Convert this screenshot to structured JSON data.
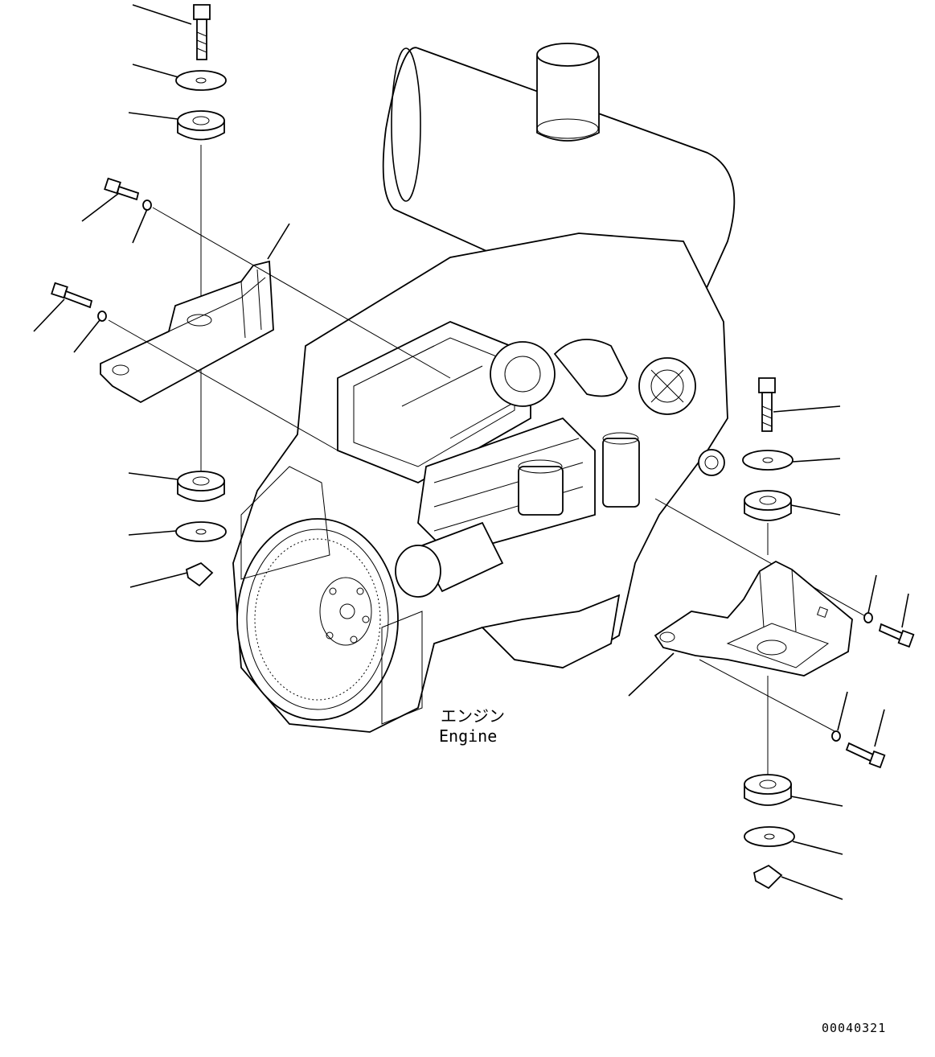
{
  "diagram": {
    "engine_label_jp": "エンジン",
    "engine_label_en": "Engine",
    "document_number": "00040321"
  }
}
